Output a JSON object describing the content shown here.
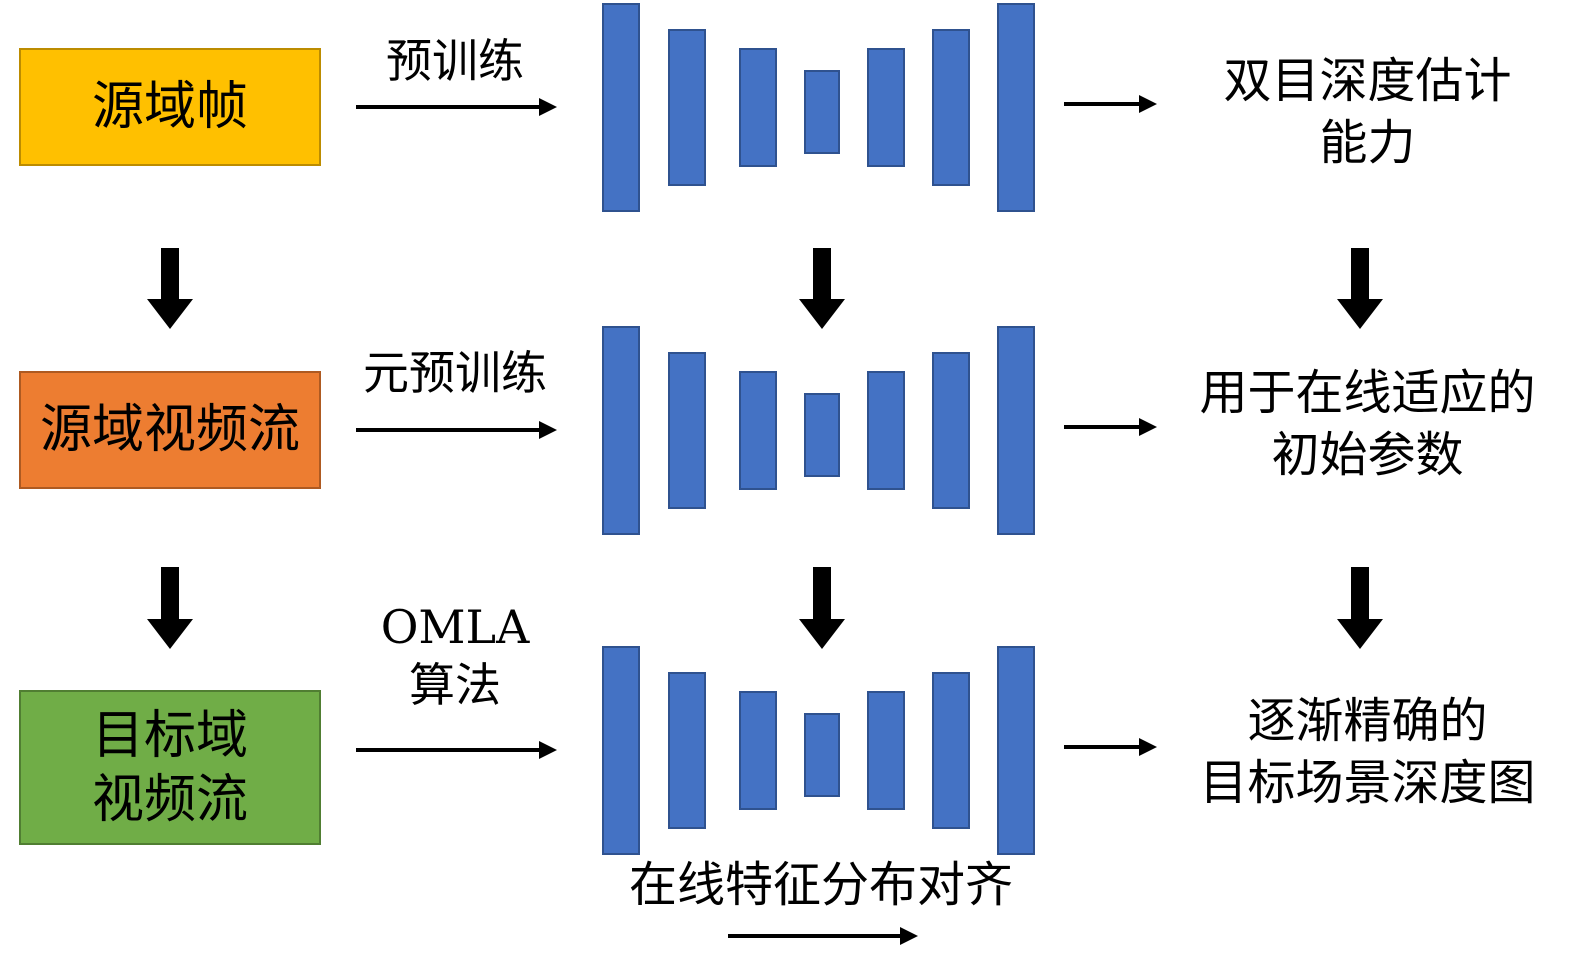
{
  "colors": {
    "source_frame_fill": "#ffc000",
    "source_frame_border": "#bc8c00",
    "source_video_fill": "#ed7d31",
    "source_video_border": "#ae5a21",
    "target_video_fill": "#70ad47",
    "target_video_border": "#507e32",
    "network_block_fill": "#4472c4",
    "network_block_border": "#2f528f",
    "arrow": "#000000"
  },
  "rows": [
    {
      "box_label": "源域帧",
      "arrow_label": "预训练",
      "output": "双目深度估计\n能力"
    },
    {
      "box_label": "源域视频流",
      "arrow_label": "元预训练",
      "output": "用于在线适应的\n初始参数"
    },
    {
      "box_label": "目标域\n视频流",
      "arrow_label": "OMLA\n算法",
      "output": "逐渐精确的\n目标场景深度图"
    }
  ],
  "bottom_caption": "在线特征分布对齐",
  "icons": [
    "arrow-right-icon",
    "arrow-down-icon"
  ]
}
